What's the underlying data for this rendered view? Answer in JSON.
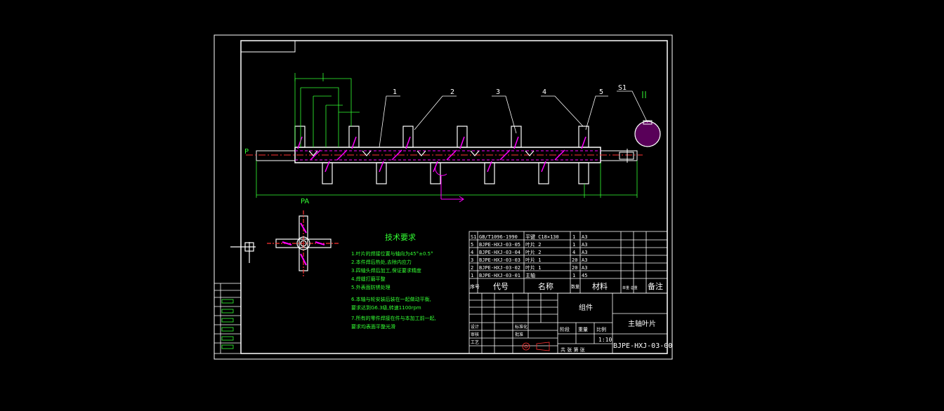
{
  "colors": {
    "background": "#000000",
    "line": "#ffffff",
    "note": "#33ff33",
    "accent": "#ff00ff",
    "center": "#ff3333",
    "dim": "#33ff33"
  },
  "view": {
    "label_P": "P",
    "label_PA": "PA",
    "label_S1": "S1",
    "balloons": [
      "1",
      "2",
      "3",
      "4",
      "5"
    ]
  },
  "tech": {
    "title": "技术要求",
    "lines": [
      "1.叶片的焊接位置与轴向为45°±0.5°",
      "2.本件焊后热处,去除内应力",
      "3.四轴头焊后加工,保证要求精度",
      "4.焊缝打磨平整",
      "5.外表面防锈处理",
      "6.本轴与轮安装后装在一起做动平衡,",
      "  要求达到G6.3级,转速1100rpm",
      "7.所有的零件焊接在件与本加工前一起,",
      "  要求均表面平整光滑"
    ]
  },
  "bom": {
    "rows": [
      {
        "no": "S1",
        "code": "GB/T1096-1990",
        "name": "平键 C18×130",
        "qty": "1",
        "mat": "A3"
      },
      {
        "no": "5",
        "code": "BJPE-HXJ-03-05",
        "name": "叶片 2",
        "qty": "1",
        "mat": "A3"
      },
      {
        "no": "4",
        "code": "BJPE-HXJ-03-04",
        "name": "叶片 2",
        "qty": "4",
        "mat": "A3"
      },
      {
        "no": "3",
        "code": "BJPE-HXJ-03-03",
        "name": "叶片 1",
        "qty": "20",
        "mat": "A3"
      },
      {
        "no": "2",
        "code": "BJPE-HXJ-03-02",
        "name": "叶片 1",
        "qty": "20",
        "mat": "A3"
      },
      {
        "no": "1",
        "code": "BJPE-HXJ-03-01",
        "name": "主轴",
        "qty": "1",
        "mat": "45"
      }
    ],
    "header": {
      "no": "序号",
      "code": "代号",
      "name": "名称",
      "qty": "数量",
      "mat": "材料",
      "weight": "单重 总重",
      "note": "备注"
    }
  },
  "titleblock": {
    "assembly": "组件",
    "part_name": "主轴叶片",
    "scale": "1:10",
    "drawing_no": "BJPE-HXJ-03-00",
    "stage_labels": [
      "阶段",
      "重量",
      "比例"
    ],
    "sheet": "共  张  第  张",
    "designer": "设计",
    "review": "审核",
    "process": "工艺",
    "standard": "标准化",
    "approve": "批准"
  }
}
